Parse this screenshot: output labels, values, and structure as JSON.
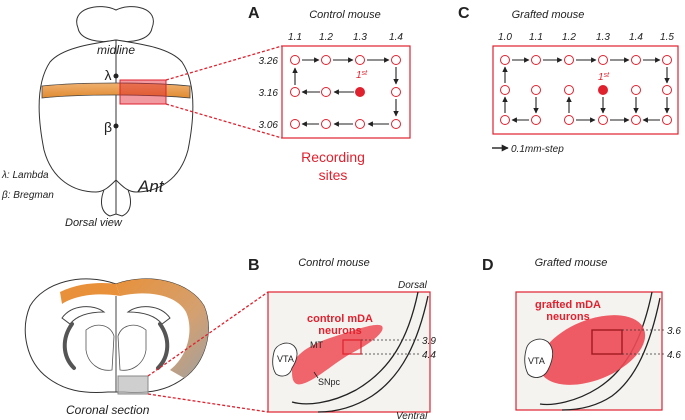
{
  "colors": {
    "accent_red": "#e0212e",
    "neuron_fill": "#ee4a55",
    "band_orange": "#e8913a",
    "band_light": "#f0b070",
    "panel_bg": "#f4f3f0",
    "outline": "#222222"
  },
  "dorsal": {
    "midline_label": "midline",
    "lambda_symbol": "λ",
    "bregma_symbol": "β",
    "ant_label": "Ant",
    "lambda_legend": "λ: Lambda",
    "bregma_legend": "β: Bregman",
    "view_label": "Dorsal view"
  },
  "panel_A": {
    "letter": "A",
    "title": "Control mouse",
    "x_ticks": [
      "1.1",
      "1.2",
      "1.3",
      "1.4"
    ],
    "y_ticks": [
      "3.26",
      "3.16",
      "3.06"
    ],
    "first_label": "1",
    "first_sup": "st",
    "caption_line1": "Recording",
    "caption_line2": "sites"
  },
  "panel_C": {
    "letter": "C",
    "title": "Grafted mouse",
    "x_ticks": [
      "1.0",
      "1.1",
      "1.2",
      "1.3",
      "1.4",
      "1.5"
    ],
    "first_label": "1",
    "first_sup": "st",
    "step_label": "0.1mm-step"
  },
  "coronal": {
    "label": "Coronal section"
  },
  "panel_B": {
    "letter": "B",
    "title": "Control mouse",
    "dorsal_label": "Dorsal",
    "ventral_label": "Ventral",
    "neurons_line1": "control mDA",
    "neurons_line2": "neurons",
    "mt_label": "MT",
    "vta_label": "VTA",
    "snpc_label": "SNpc",
    "depth_top": "3.9",
    "depth_bottom": "4.4"
  },
  "panel_D": {
    "letter": "D",
    "title": "Grafted mouse",
    "neurons_line1": "grafted mDA",
    "neurons_line2": "neurons",
    "vta_label": "VTA",
    "depth_top": "3.6",
    "depth_bottom": "4.6"
  }
}
